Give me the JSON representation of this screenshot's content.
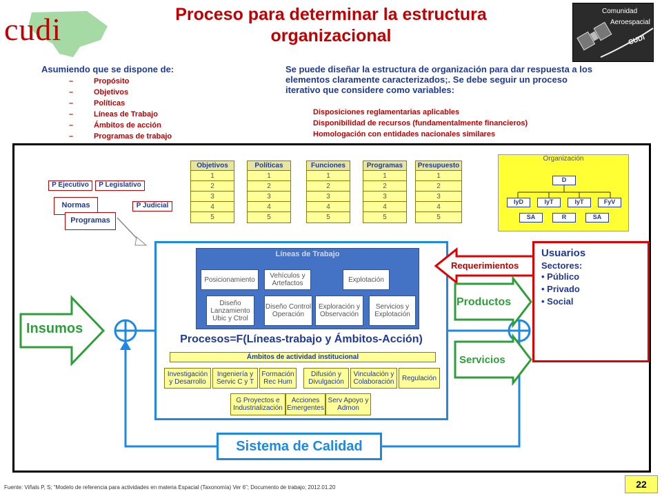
{
  "title": "Proceso para determinar la estructura organizacional",
  "logo_left": "cudi",
  "logo_right": {
    "line1": "Comunidad",
    "line2": "Aeroespacial",
    "line3": "CUDI"
  },
  "intro": {
    "left_heading": "Asumiendo que se dispone de:",
    "left_items": [
      "Propósito",
      "Objetivos",
      "Políticas",
      "Líneas de Trabajo",
      "Ámbitos de acción",
      "Programas de trabajo"
    ],
    "right_text": "Se puede diseñar la estructura de organización para dar respuesta a los elementos claramente caracterizados;. Se debe seguir un proceso iterativo que considere como variables:",
    "right_items": [
      "Disposiciones reglamentarias aplicables",
      "Disponibilidad de recursos (fundamentalmente financieros)",
      "Homologación con entidades nacionales similares"
    ]
  },
  "columns": [
    {
      "label": "Objetivos",
      "cells": [
        "1",
        "2",
        "3",
        "4",
        "5"
      ]
    },
    {
      "label": "Políticas",
      "cells": [
        "1",
        "2",
        "3",
        "4",
        "5"
      ]
    },
    {
      "label": "Funciones",
      "cells": [
        "1",
        "2",
        "3",
        "4",
        "5"
      ]
    },
    {
      "label": "Programas",
      "cells": [
        "1",
        "2",
        "3",
        "4",
        "5"
      ]
    },
    {
      "label": "Presupuesto",
      "cells": [
        "1",
        "2",
        "3",
        "4",
        "5"
      ]
    }
  ],
  "organizacion": {
    "title": "Organización",
    "top": "D",
    "mid": [
      "IyD",
      "IyT",
      "IyT",
      "FyV"
    ],
    "bottom": [
      "SA",
      "R",
      "SA"
    ]
  },
  "powers": {
    "ejecutivo": "P Ejecutivo",
    "legislativo": "P Legislativo",
    "judicial": "P Judicial",
    "normas": "Normas",
    "programas": "Programas"
  },
  "lineas": {
    "title": "Líneas de Trabajo",
    "items": [
      "Posicionamiento",
      "Vehículos y Artefactos",
      "Explotación",
      "Diseño Lanzamiento Ubic y Ctrol",
      "Diseño Control Operación",
      "Exploración y Observación",
      "Servicios y Explotación"
    ]
  },
  "procesos": "Procesos=F(Líneas-trabajo y Ámbitos-Acción)",
  "ambitos": {
    "title": "Ámbitos de actividad institucional",
    "row1": [
      "Investigación y Desarrollo",
      "Ingeniería y Servic C y T",
      "Formación Rec Hum",
      "Difusión y Divulgación",
      "Vinculación y Colaboración",
      "Regulación"
    ],
    "row2": [
      "G Proyectos e Industrialización",
      "Acciones Emergentes",
      "Serv Apoyo y Admon"
    ]
  },
  "insumos": "Insumos",
  "requerimientos": "Requerimientos",
  "productos": "Productos",
  "servicios": "Servicios",
  "usuarios": {
    "title": "Usuarios",
    "subtitle": "Sectores:",
    "items": [
      "Público",
      "Privado",
      "Social"
    ]
  },
  "calidad": "Sistema de Calidad",
  "footer": "Fuente: Viñals P, S; “Modelo de referencia para actividades en materia Espacial (Taxonomía) Ver 6”; Documento de trabajo; 2012.01.20",
  "page_number": "22",
  "colors": {
    "title_red": "#c00000",
    "navy": "#1f3a93",
    "blue": "#1e88e5",
    "green": "#2e9e3a",
    "yellow": "#ffff99"
  }
}
